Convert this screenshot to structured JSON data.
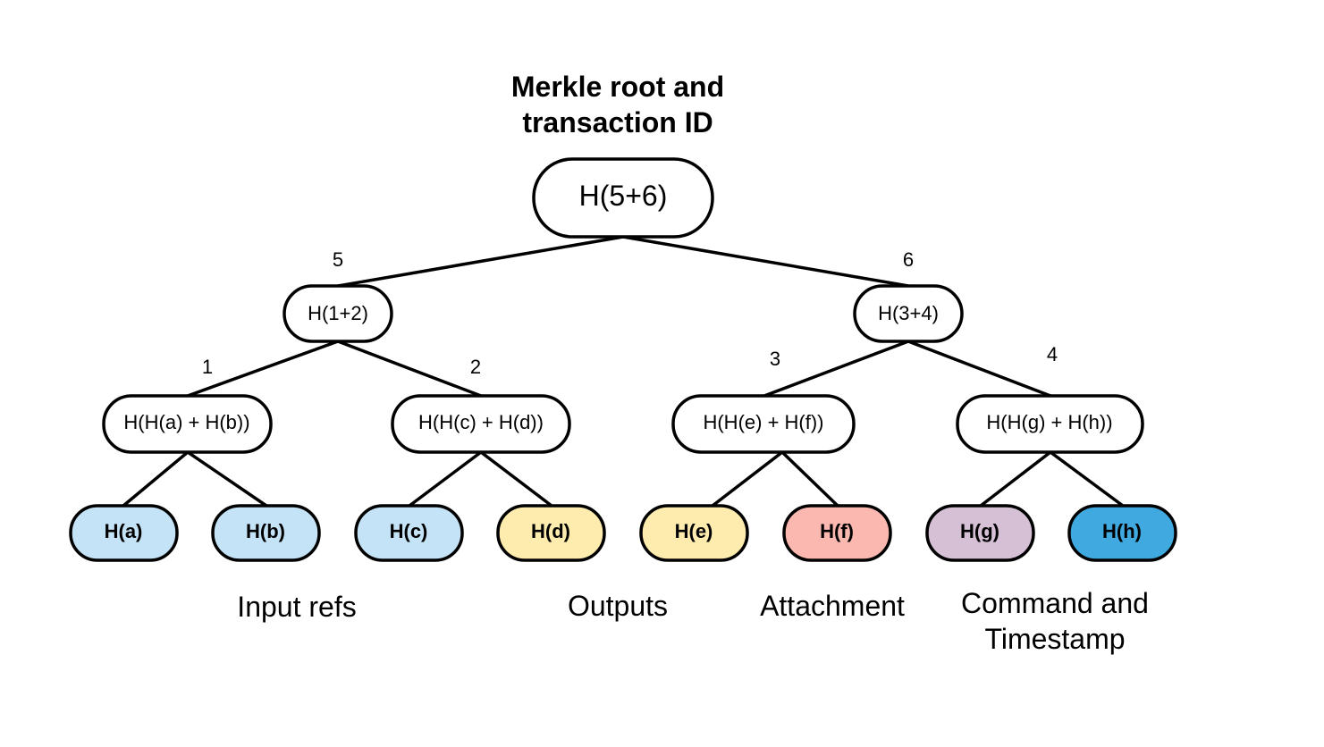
{
  "title": {
    "line1": "Merkle root and",
    "line2": "transaction ID"
  },
  "root": {
    "label": "H(5+6)"
  },
  "level1": [
    {
      "label": "H(1+2)"
    },
    {
      "label": "H(3+4)"
    }
  ],
  "level2": [
    {
      "label": "H(H(a) + H(b))"
    },
    {
      "label": "H(H(c) + H(d))"
    },
    {
      "label": "H(H(e) + H(f))"
    },
    {
      "label": "H(H(g) + H(h))"
    }
  ],
  "leaves": [
    {
      "label": "H(a)",
      "color": "#c5e3f6"
    },
    {
      "label": "H(b)",
      "color": "#c5e3f6"
    },
    {
      "label": "H(c)",
      "color": "#c5e3f6"
    },
    {
      "label": "H(d)",
      "color": "#fdecad"
    },
    {
      "label": "H(e)",
      "color": "#fdecad"
    },
    {
      "label": "H(f)",
      "color": "#fbb8b0"
    },
    {
      "label": "H(g)",
      "color": "#d5c0d6"
    },
    {
      "label": "H(h)",
      "color": "#3fa9e0"
    }
  ],
  "edge_labels": {
    "e5": "5",
    "e6": "6",
    "e1": "1",
    "e2": "2",
    "e3": "3",
    "e4": "4"
  },
  "groups": {
    "input_refs": "Input refs",
    "outputs": "Outputs",
    "attachment": "Attachment",
    "command_line1": "Command and",
    "command_line2": "Timestamp"
  },
  "colors": {
    "node_fill": "#ffffff",
    "stroke": "#000000"
  }
}
